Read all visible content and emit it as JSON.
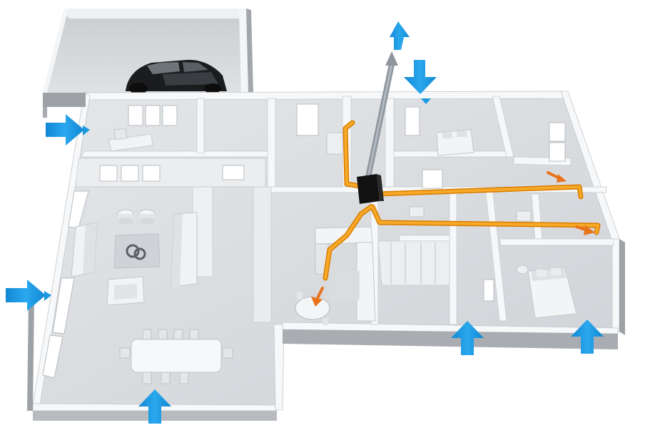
{
  "diagram": {
    "subject": "house-ventilation-airflow",
    "colors": {
      "background": "#ffffff",
      "floor": "#dcdee1",
      "floor_light": "#e6e8eb",
      "wall_top": "#f7f8f9",
      "wall_side": "#b9bcc0",
      "wall_outer": "#9fa3a8",
      "furniture": "#f2f3f4",
      "furniture_shadow": "#c6c9cd",
      "duct": "#f39a12",
      "duct_edge": "#d97c00",
      "unit": "#111111",
      "supply_arrow": "#e8731a",
      "fresh_air_arrow": "#1a98e0",
      "exhaust_pipe": "#8e969e",
      "car": "#1b1c1e"
    },
    "icons": [
      "fresh-air-inlet-arrow",
      "supply-air-arrow",
      "exhaust-outlet-arrow",
      "ventilation-unit-icon",
      "car-icon"
    ]
  }
}
